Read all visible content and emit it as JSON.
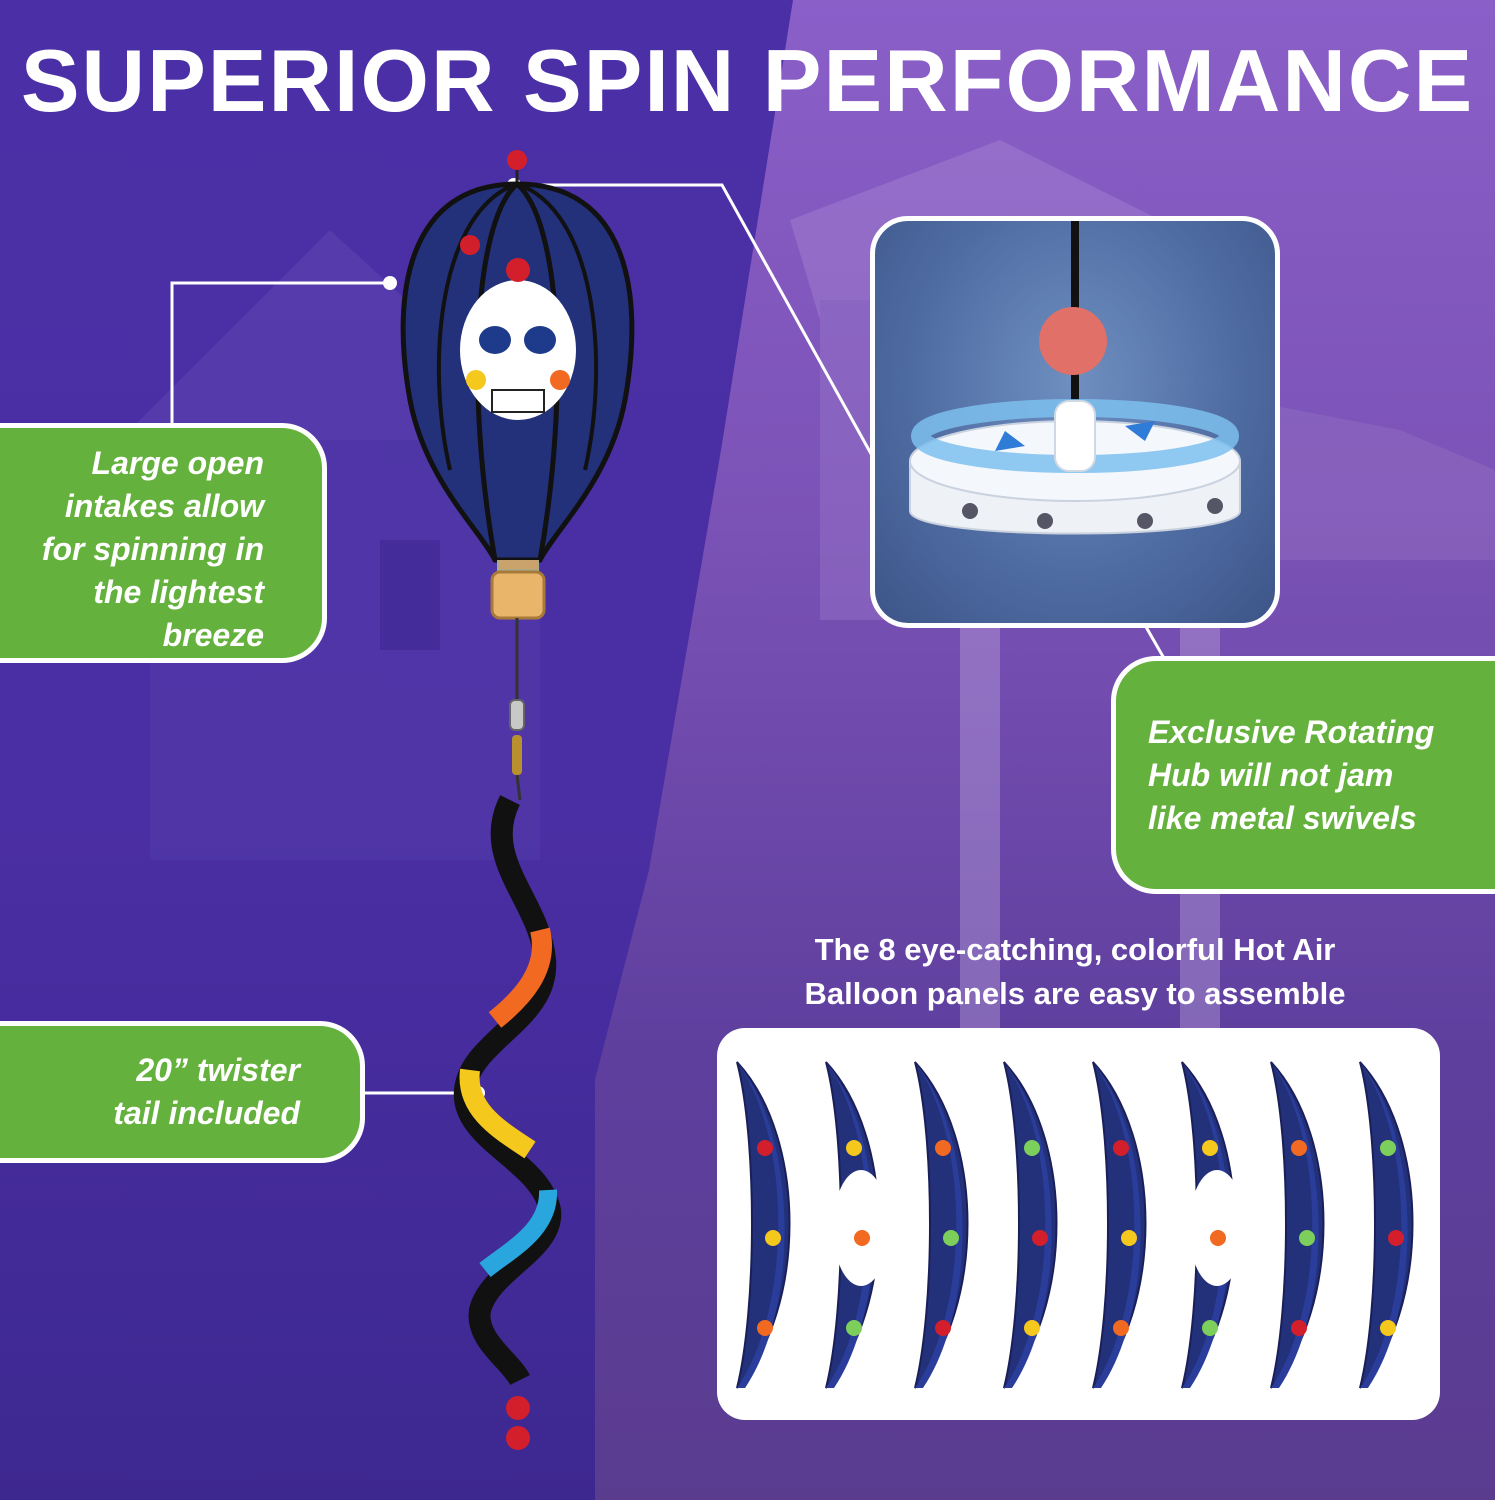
{
  "header": {
    "title": "SUPERIOR SPIN PERFORMANCE"
  },
  "callouts": {
    "intakes": "Large open\nintakes allow\nfor spinning in\nthe lightest\nbreeze",
    "twister": "20” twister\ntail included",
    "hub": "Exclusive Rotating\nHub will not jam\nlike metal swivels"
  },
  "panels": {
    "caption": "The 8 eye-catching, colorful Hot Air\nBalloon panels are easy to assemble",
    "count": 8
  },
  "colors": {
    "background": "#4a2fa6",
    "callout_green": "#65b13d",
    "balloon_blue": "#23317a",
    "bead_red": "#d21f2b",
    "tail_orange": "#f26a21",
    "tail_yellow": "#f5c81e",
    "tail_blue": "#2aa6de"
  },
  "icons": [
    "balloon-illustration",
    "rotating-hub-illustration",
    "balloon-panel-illustration",
    "twister-tail-illustration"
  ]
}
